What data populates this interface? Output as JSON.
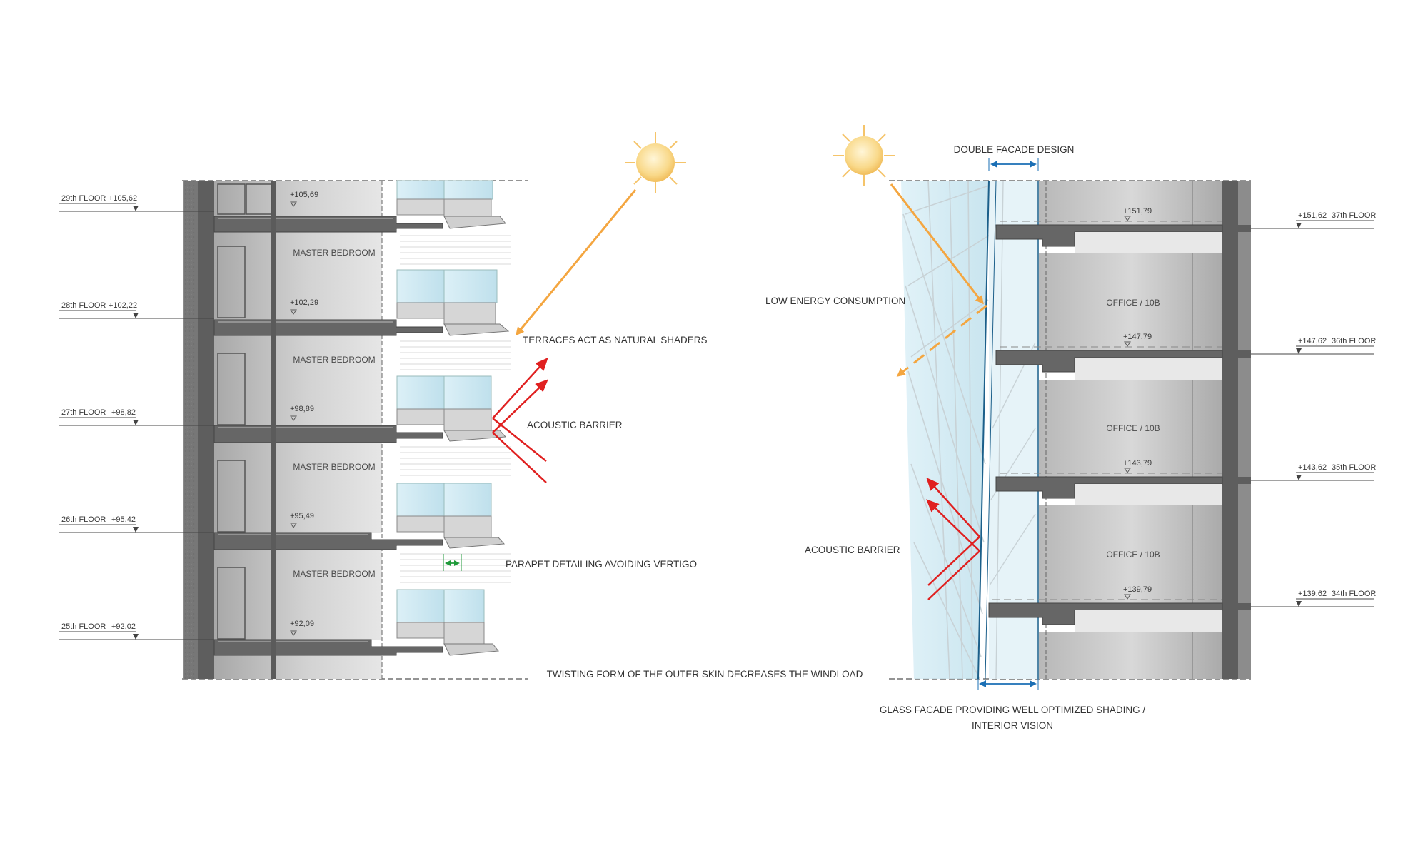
{
  "colors": {
    "sun": "#f5c46a",
    "sun_arrow": "#f4a640",
    "acoustic_arrow": "#e02020",
    "dimension": "#1a6fb5",
    "parapet_dimension": "#1f9a3a",
    "concrete": "#6e6e6e",
    "room_fill": "#bdbdbd",
    "glass": "#cfe9f3"
  },
  "left_section": {
    "floor_levels": [
      {
        "label": "29th FLOOR",
        "value": "+105,62"
      },
      {
        "label": "28th FLOOR",
        "value": "+102,22"
      },
      {
        "label": "27th FLOOR",
        "value": "+98,82"
      },
      {
        "label": "26th FLOOR",
        "value": "+95,42"
      },
      {
        "label": "25th FLOOR",
        "value": "+92,02"
      }
    ],
    "interior_levels": [
      "+105,69",
      "+102,29",
      "+98,89",
      "+95,49",
      "+92,09"
    ],
    "rooms": [
      "MASTER BEDROOM",
      "MASTER BEDROOM",
      "MASTER BEDROOM",
      "MASTER BEDROOM"
    ],
    "annotations": {
      "terraces": "TERRACES ACT AS NATURAL SHADERS",
      "acoustic": "ACOUSTIC BARRIER",
      "parapet": "PARAPET DETAILING AVOIDING VERTIGO"
    }
  },
  "center_annotation": "TWISTING FORM OF THE OUTER SKIN DECREASES THE WINDLOAD",
  "right_section": {
    "floor_levels": [
      {
        "value": "+151,62",
        "label": "37th FLOOR"
      },
      {
        "value": "+147,62",
        "label": "36th FLOOR"
      },
      {
        "value": "+143,62",
        "label": "35th FLOOR"
      },
      {
        "value": "+139,62",
        "label": "34th FLOOR"
      }
    ],
    "interior_levels": [
      "+151,79",
      "+147,79",
      "+143,79",
      "+139,79"
    ],
    "rooms": [
      "OFFICE / 10B",
      "OFFICE / 10B",
      "OFFICE / 10B"
    ],
    "annotations": {
      "double_facade": "DOUBLE FACADE DESIGN",
      "low_energy": "LOW ENERGY CONSUMPTION",
      "acoustic": "ACOUSTIC BARRIER",
      "glass_facade_line1": "GLASS FACADE PROVIDING WELL OPTIMIZED SHADING /",
      "glass_facade_line2": "INTERIOR VISION"
    }
  }
}
